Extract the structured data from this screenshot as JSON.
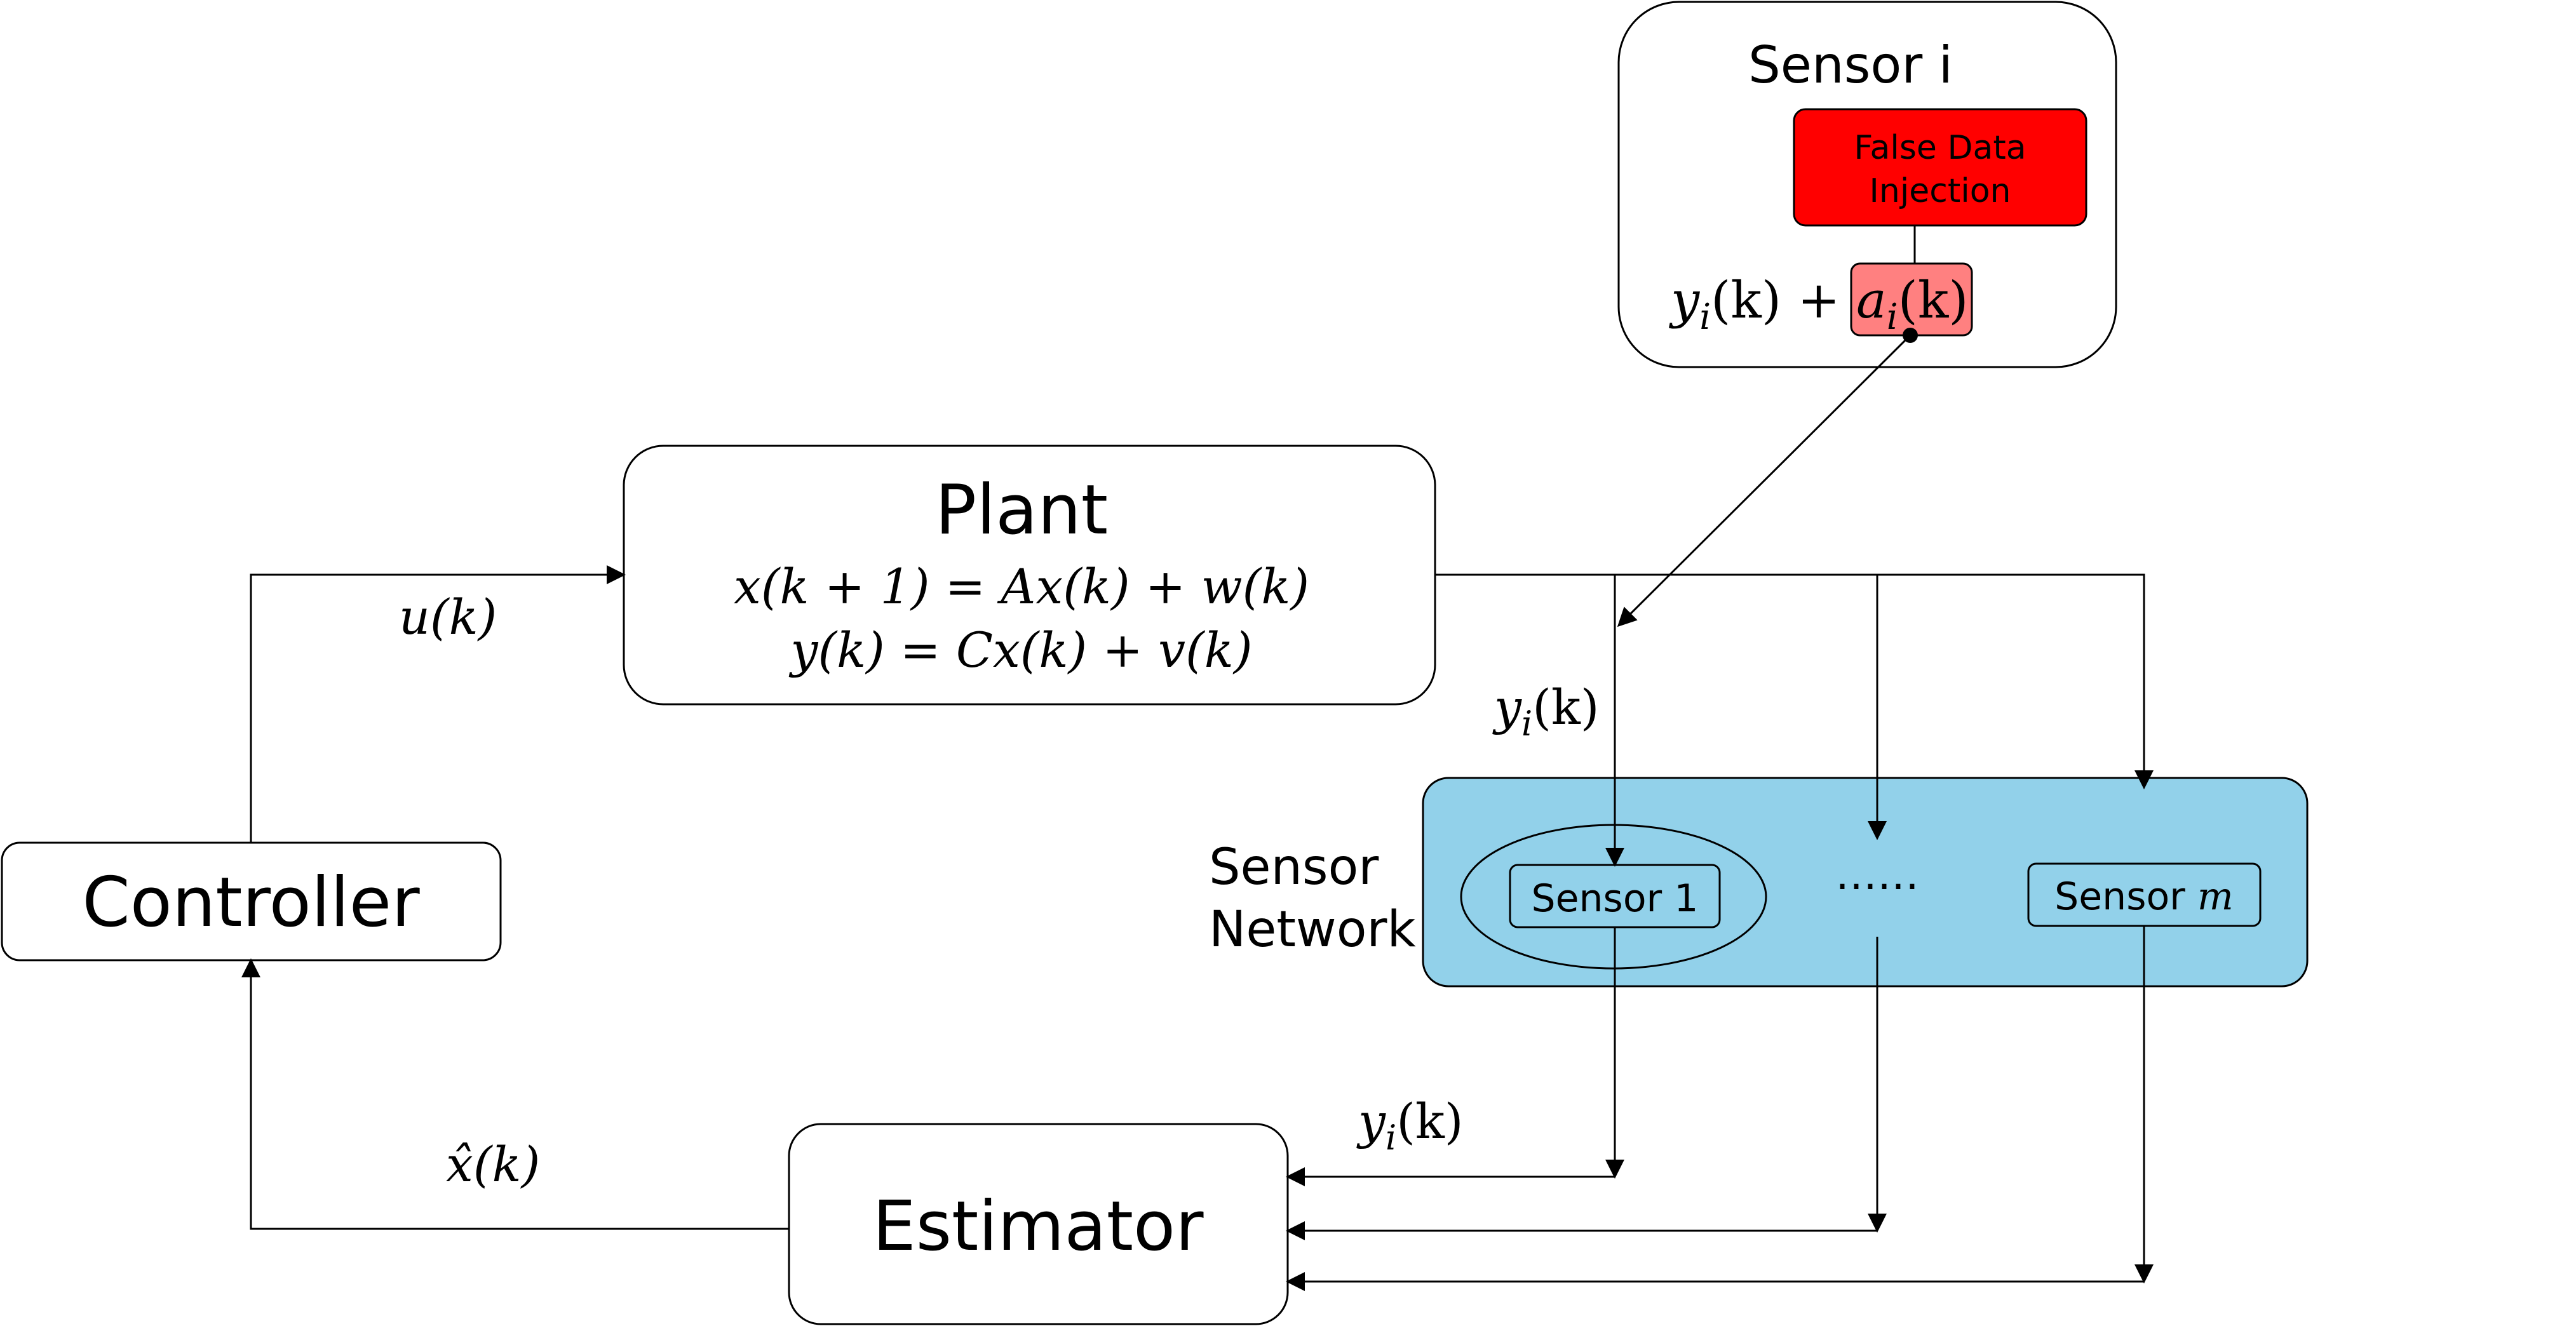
{
  "blocks": {
    "plant": {
      "title": "Plant",
      "eq1": "x(k + 1) = Ax(k) + w(k)",
      "eq2": "y(k) = Cx(k) + v(k)"
    },
    "controller": {
      "title": "Controller"
    },
    "estimator": {
      "title": "Estimator"
    },
    "sensor_i": {
      "title": "Sensor i",
      "fdi_label_line1": "False Data",
      "fdi_label_line2": "Injection",
      "measurement": "y",
      "measurement_sub": "i",
      "measurement_arg": "(k) +",
      "attack": "a",
      "attack_sub": "i",
      "attack_arg": "(k)"
    },
    "sensor_network": {
      "label_line1": "Sensor",
      "label_line2": "Network",
      "sensor1": "Sensor 1",
      "ellipsis": "……",
      "sensor_m_prefix": "Sensor ",
      "sensor_m_var": "m"
    }
  },
  "signals": {
    "control": "u(k)",
    "estimate": "x̂(k)",
    "meas_top_base": "y",
    "meas_top_sub": "i",
    "meas_top_arg": "(k)",
    "meas_bottom_base": "y",
    "meas_bottom_sub": "i",
    "meas_bottom_arg": "(k)"
  },
  "colors": {
    "network_fill": "#92D1EA",
    "fdi_fill": "#FF0000",
    "attack_fill": "#FF8080",
    "attack_text": "#C00000",
    "stroke": "#000000"
  }
}
